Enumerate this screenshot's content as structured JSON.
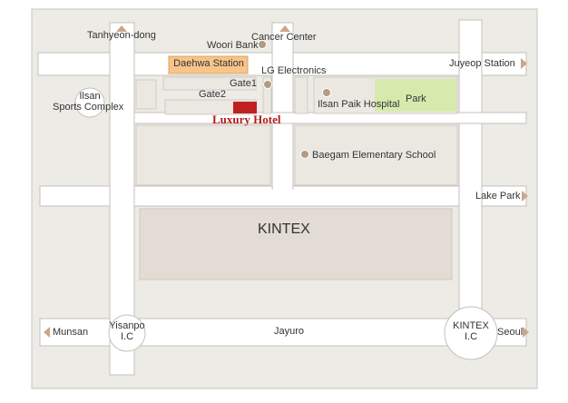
{
  "map": {
    "hotel": "Luxury Hotel",
    "kintex": "KINTEX",
    "station": "Daehwa Station",
    "park": "Park",
    "road_jayuro": "Jayuro",
    "places": {
      "tanhyeon": "Tanhyeon-dong",
      "cancer_center": "Cancer Center",
      "woori_bank": "Woori Bank",
      "lg_electronics": "LG Electronics",
      "gate1": "Gate1",
      "gate2": "Gate2",
      "ilsan_paik": "Ilsan Paik Hospital",
      "baegam": "Baegam Elementary School",
      "sports_line1": "Ilsan",
      "sports_line2": "Sports Complex"
    },
    "directions": {
      "juyeop": "Juyeop Station",
      "lake_park": "Lake Park",
      "munsan": "Munsan",
      "seoul": "Seoul"
    },
    "ic": {
      "yisanpo_line1": "Yisanpo",
      "yisanpo_line2": "I.C",
      "kintex_line1": "KINTEX",
      "kintex_line2": "I.C"
    },
    "colors": {
      "background": "#ecebe6",
      "road": "#ffffff",
      "road_outline": "#c4c0b8",
      "block": "#ebe8e2",
      "kintex_block": "#e2dcd4",
      "station_fill": "#f7c48a",
      "park_fill": "#d7eaae",
      "hotel_marker": "#c12020",
      "poi_dot": "#b49a80",
      "arrow": "#c9a78a"
    }
  }
}
